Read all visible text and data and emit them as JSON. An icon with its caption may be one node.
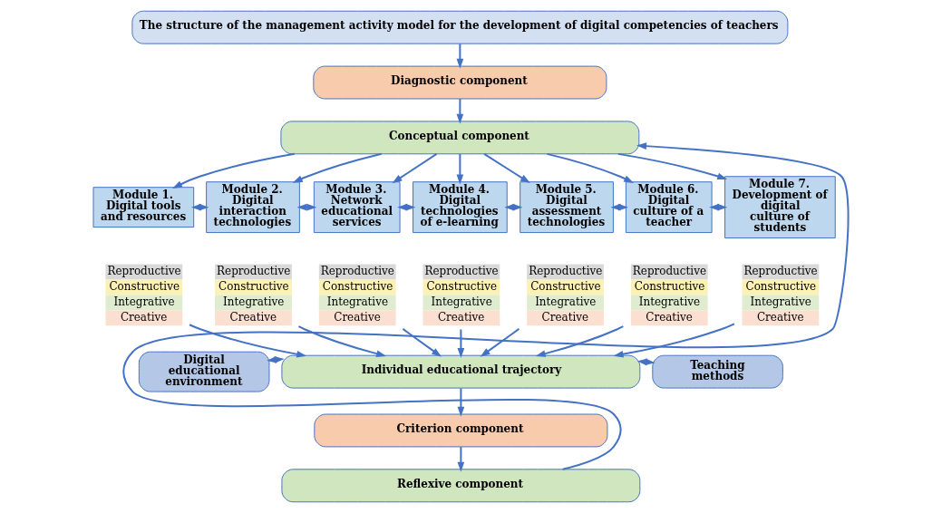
{
  "diagram": {
    "nodes": [
      {
        "text": [
          "The structure of the management activity model for the development of digital competencies of teachers"
        ]
      },
      {
        "text": [
          "Diagnostic component"
        ]
      },
      {
        "text": [
          "Conceptual component"
        ]
      },
      {
        "text": [
          "Module 1. Digital tools and resources"
        ]
      },
      {
        "text": [
          "Module 2. Digital interaction technologies"
        ]
      },
      {
        "text": [
          "Module 3. Network educational services"
        ]
      },
      {
        "text": [
          "Module 4. Digital technologies of e-learning"
        ]
      },
      {
        "text": [
          "Module 5. Digital assessment technologies"
        ]
      },
      {
        "text": [
          "Module 6. Digital culture of a teacher"
        ]
      },
      {
        "text": [
          "Module 7. Development of digital culture of students"
        ]
      },
      {
        "text": [
          "Reproductive",
          "Constructive",
          "Integrative",
          "Creative"
        ]
      },
      {
        "text": [
          "Reproductive",
          "Constructive",
          "Integrative",
          "Creative"
        ]
      },
      {
        "text": [
          "Reproductive",
          "Constructive",
          "Integrative",
          "Creative"
        ]
      },
      {
        "text": [
          "Reproductive",
          "Constructive",
          "Integrative",
          "Creative"
        ]
      },
      {
        "text": [
          "Reproductive",
          "Constructive",
          "Integrative",
          "Creative"
        ]
      },
      {
        "text": [
          "Reproductive",
          "Constructive",
          "Integrative",
          "Creative"
        ]
      },
      {
        "text": [
          "Reproductive",
          "Constructive",
          "Integrative",
          "Creative"
        ]
      },
      {
        "text": [
          "Digital educational environment"
        ]
      },
      {
        "text": [
          "Individual educational trajectory"
        ]
      },
      {
        "text": [
          "Teaching methods"
        ]
      },
      {
        "text": [
          "Criterion component"
        ]
      },
      {
        "text": [
          "Reflexive component"
        ]
      }
    ],
    "edges": [
      {
        "from": 0,
        "to": 1,
        "arrow": "to"
      },
      {
        "from": 1,
        "to": 2,
        "arrow": "to"
      },
      {
        "from": 2,
        "to": 3,
        "arrow": "to"
      },
      {
        "from": 2,
        "to": 4,
        "arrow": "to"
      },
      {
        "from": 2,
        "to": 5,
        "arrow": "to"
      },
      {
        "from": 2,
        "to": 6,
        "arrow": "to"
      },
      {
        "from": 2,
        "to": 7,
        "arrow": "to"
      },
      {
        "from": 2,
        "to": 8,
        "arrow": "to"
      },
      {
        "from": 2,
        "to": 9,
        "arrow": "to"
      },
      {
        "from": 3,
        "to": 4,
        "arrow": "both"
      },
      {
        "from": 4,
        "to": 5,
        "arrow": "both"
      },
      {
        "from": 5,
        "to": 6,
        "arrow": "both"
      },
      {
        "from": 6,
        "to": 7,
        "arrow": "both"
      },
      {
        "from": 7,
        "to": 8,
        "arrow": "both"
      },
      {
        "from": 8,
        "to": 9,
        "arrow": "both"
      },
      {
        "from": 10,
        "to": 18,
        "arrow": "to"
      },
      {
        "from": 11,
        "to": 18,
        "arrow": "to"
      },
      {
        "from": 12,
        "to": 18,
        "arrow": "to"
      },
      {
        "from": 13,
        "to": 18,
        "arrow": "to"
      },
      {
        "from": 14,
        "to": 18,
        "arrow": "to"
      },
      {
        "from": 15,
        "to": 18,
        "arrow": "to"
      },
      {
        "from": 16,
        "to": 18,
        "arrow": "to"
      },
      {
        "from": 17,
        "to": 18,
        "arrow": "both"
      },
      {
        "from": 18,
        "to": 19,
        "arrow": "both"
      },
      {
        "from": 18,
        "to": 20,
        "arrow": "to"
      },
      {
        "from": 20,
        "to": 21,
        "arrow": "to"
      },
      {
        "from": 21,
        "to": 2,
        "arrow": "to"
      }
    ]
  }
}
